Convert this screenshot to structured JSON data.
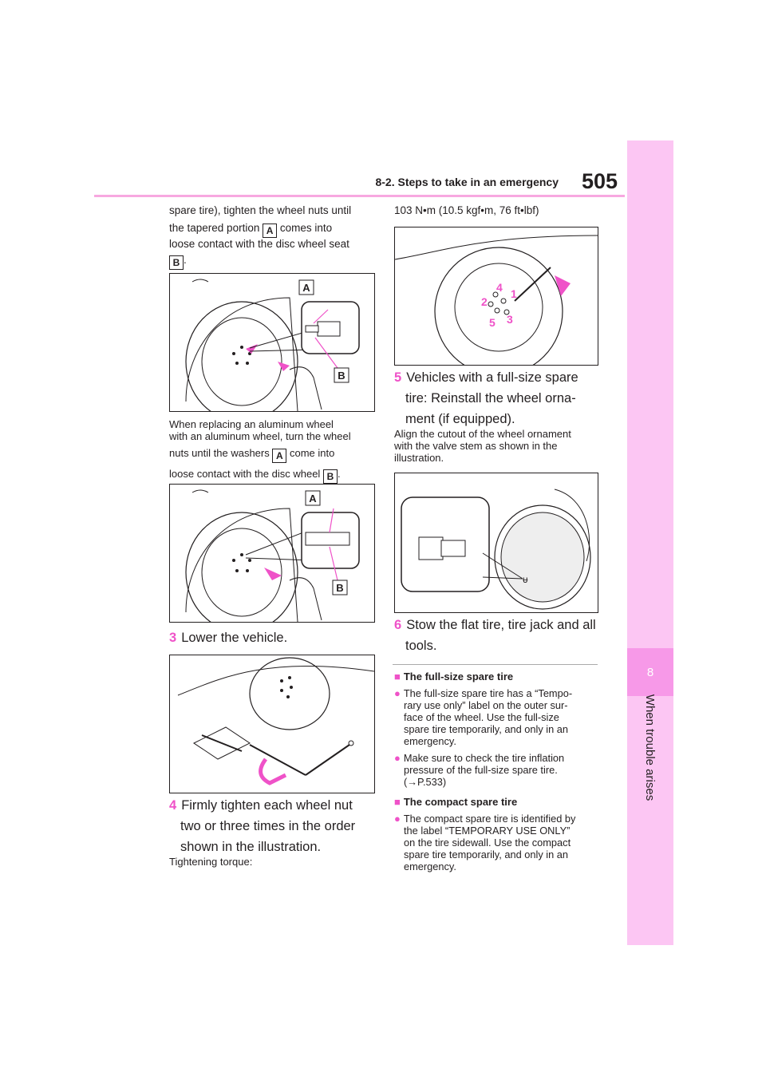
{
  "header": {
    "section_title": "8-2. Steps to take in an emergency",
    "page_number": "505",
    "side_tab_number": "8",
    "side_tab_label": "When trouble arises"
  },
  "left": {
    "intro_parts": [
      "spare tire), tighten the wheel nuts until",
      "the tapered portion",
      "comes into",
      "loose contact with the disc wheel seat",
      "."
    ],
    "key_a": "A",
    "key_b": "B",
    "note_parts": [
      "When replacing an aluminum wheel",
      "with an aluminum wheel, turn the wheel",
      "nuts until the washers",
      "come into",
      "loose contact with the disc wheel",
      "."
    ],
    "step3_num": "3",
    "step3_text": "Lower the vehicle.",
    "step4_num": "4",
    "step4_lines": [
      "Firmly tighten each wheel nut",
      "two or three times in the order",
      "shown in the illustration."
    ],
    "torque_label": "Tightening torque:"
  },
  "right": {
    "torque_value": "103 N•m (10.5 kgf•m, 76 ft•lbf)",
    "nut_order": [
      "4",
      "1",
      "2",
      "5",
      "3"
    ],
    "step5_num": "5",
    "step5_lines": [
      "Vehicles with a full-size spare",
      "tire: Reinstall the wheel orna-",
      "ment (if equipped)."
    ],
    "step5_note": [
      "Align the cutout of the wheel ornament",
      "with the valve stem as shown in the",
      "illustration."
    ],
    "step6_num": "6",
    "step6_lines": [
      "Stow the flat tire, tire jack and all",
      "tools."
    ],
    "fullsize_head": "The full-size spare tire",
    "fullsize_b1": [
      "The full-size spare tire has a “Tempo-",
      "rary use only” label on the outer sur-",
      "face of the wheel. Use the full-size",
      "spare tire temporarily, and only in an",
      "emergency."
    ],
    "fullsize_b2": [
      "Make sure to check the tire inflation",
      "pressure of the full-size spare tire.",
      "(→P.533)"
    ],
    "compact_head": "The compact spare tire",
    "compact_b1": [
      "The compact spare tire is identified by",
      "the label “TEMPORARY USE ONLY”",
      "on the tire sidewall. Use the compact",
      "spare tire temporarily, and only in an",
      "emergency."
    ]
  },
  "colors": {
    "accent": "#ef52c8",
    "side_tab": "#fcc6f3",
    "side_tab_dark": "#f799e8",
    "header_rule": "#f7a8e0"
  }
}
